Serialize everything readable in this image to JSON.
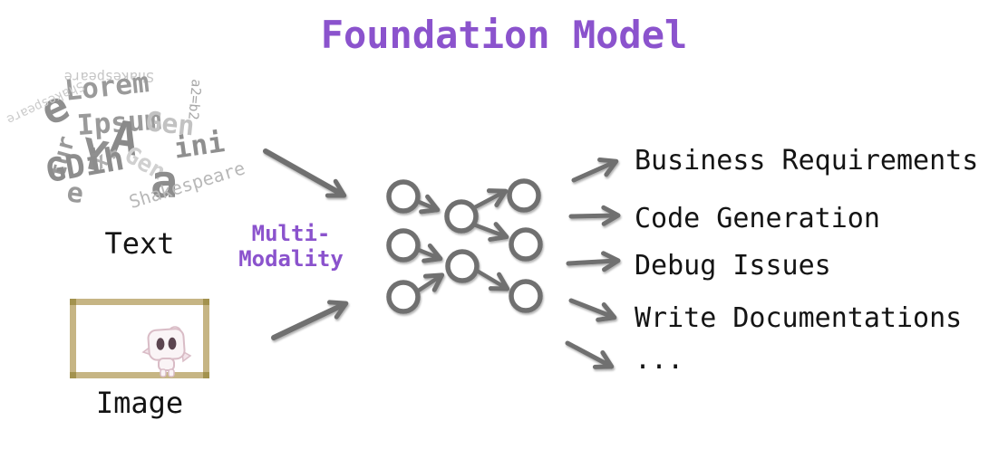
{
  "title": "Foundation Model",
  "modality": {
    "line1": "Multi-",
    "line2": "Modality"
  },
  "inputs": {
    "text_label": "Text",
    "image_label": "Image",
    "word_cloud": [
      "Shakespeare",
      "Lorem",
      "Ipsum",
      "e",
      "Shakespeare",
      "tur",
      "Y",
      "A",
      "x+",
      "Gen",
      "a2=b2",
      "ini",
      "Gen",
      "GDih",
      "a",
      "e",
      "Shakespeare"
    ]
  },
  "outputs": [
    "Business Requirements",
    "Code Generation",
    "Debug Issues",
    "Write Documentations",
    "..."
  ],
  "icons": {
    "image_placeholder": "robot-mascot-icon"
  },
  "colors": {
    "purple": "#8b53cd",
    "arrow": "#6f6f6f",
    "ink": "#141414",
    "frame": "#c6b584",
    "frame-corner": "#a3924e"
  }
}
